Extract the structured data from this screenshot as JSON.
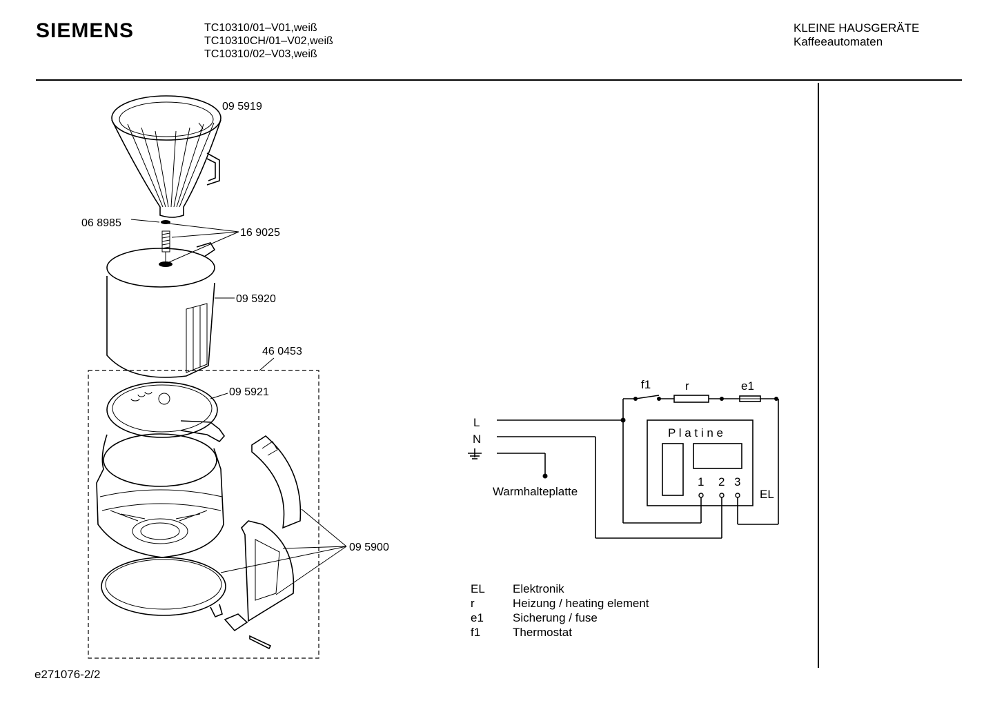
{
  "header": {
    "brand": "SIEMENS",
    "models": [
      "TC10310/01–V01,weiß",
      "TC10310CH/01–V02,weiß",
      "TC10310/02–V03,weiß"
    ],
    "category": [
      "KLEINE HAUSGERÄTE",
      "Kaffeeautomaten"
    ]
  },
  "parts": {
    "filter": "09 5919",
    "seal": "06 8985",
    "valve": "16 9025",
    "lid": "09 5920",
    "carafe_set": "46 0453",
    "carafe_lid": "09 5921",
    "handle": "09 5900"
  },
  "circuit": {
    "L": "L",
    "N": "N",
    "f1": "f1",
    "r": "r",
    "e1": "e1",
    "platine": "P l a t i n e",
    "t1": "1",
    "t2": "2",
    "t3": "3",
    "EL": "EL",
    "plate": "Warmhalteplatte"
  },
  "legend": [
    {
      "key": "EL",
      "text": "Elektronik"
    },
    {
      "key": "r",
      "text": "Heizung / heating element"
    },
    {
      "key": "e1",
      "text": "Sicherung / fuse"
    },
    {
      "key": "f1",
      "text": "Thermostat"
    }
  ],
  "footer": {
    "doc_id": "e271076-2/2"
  }
}
